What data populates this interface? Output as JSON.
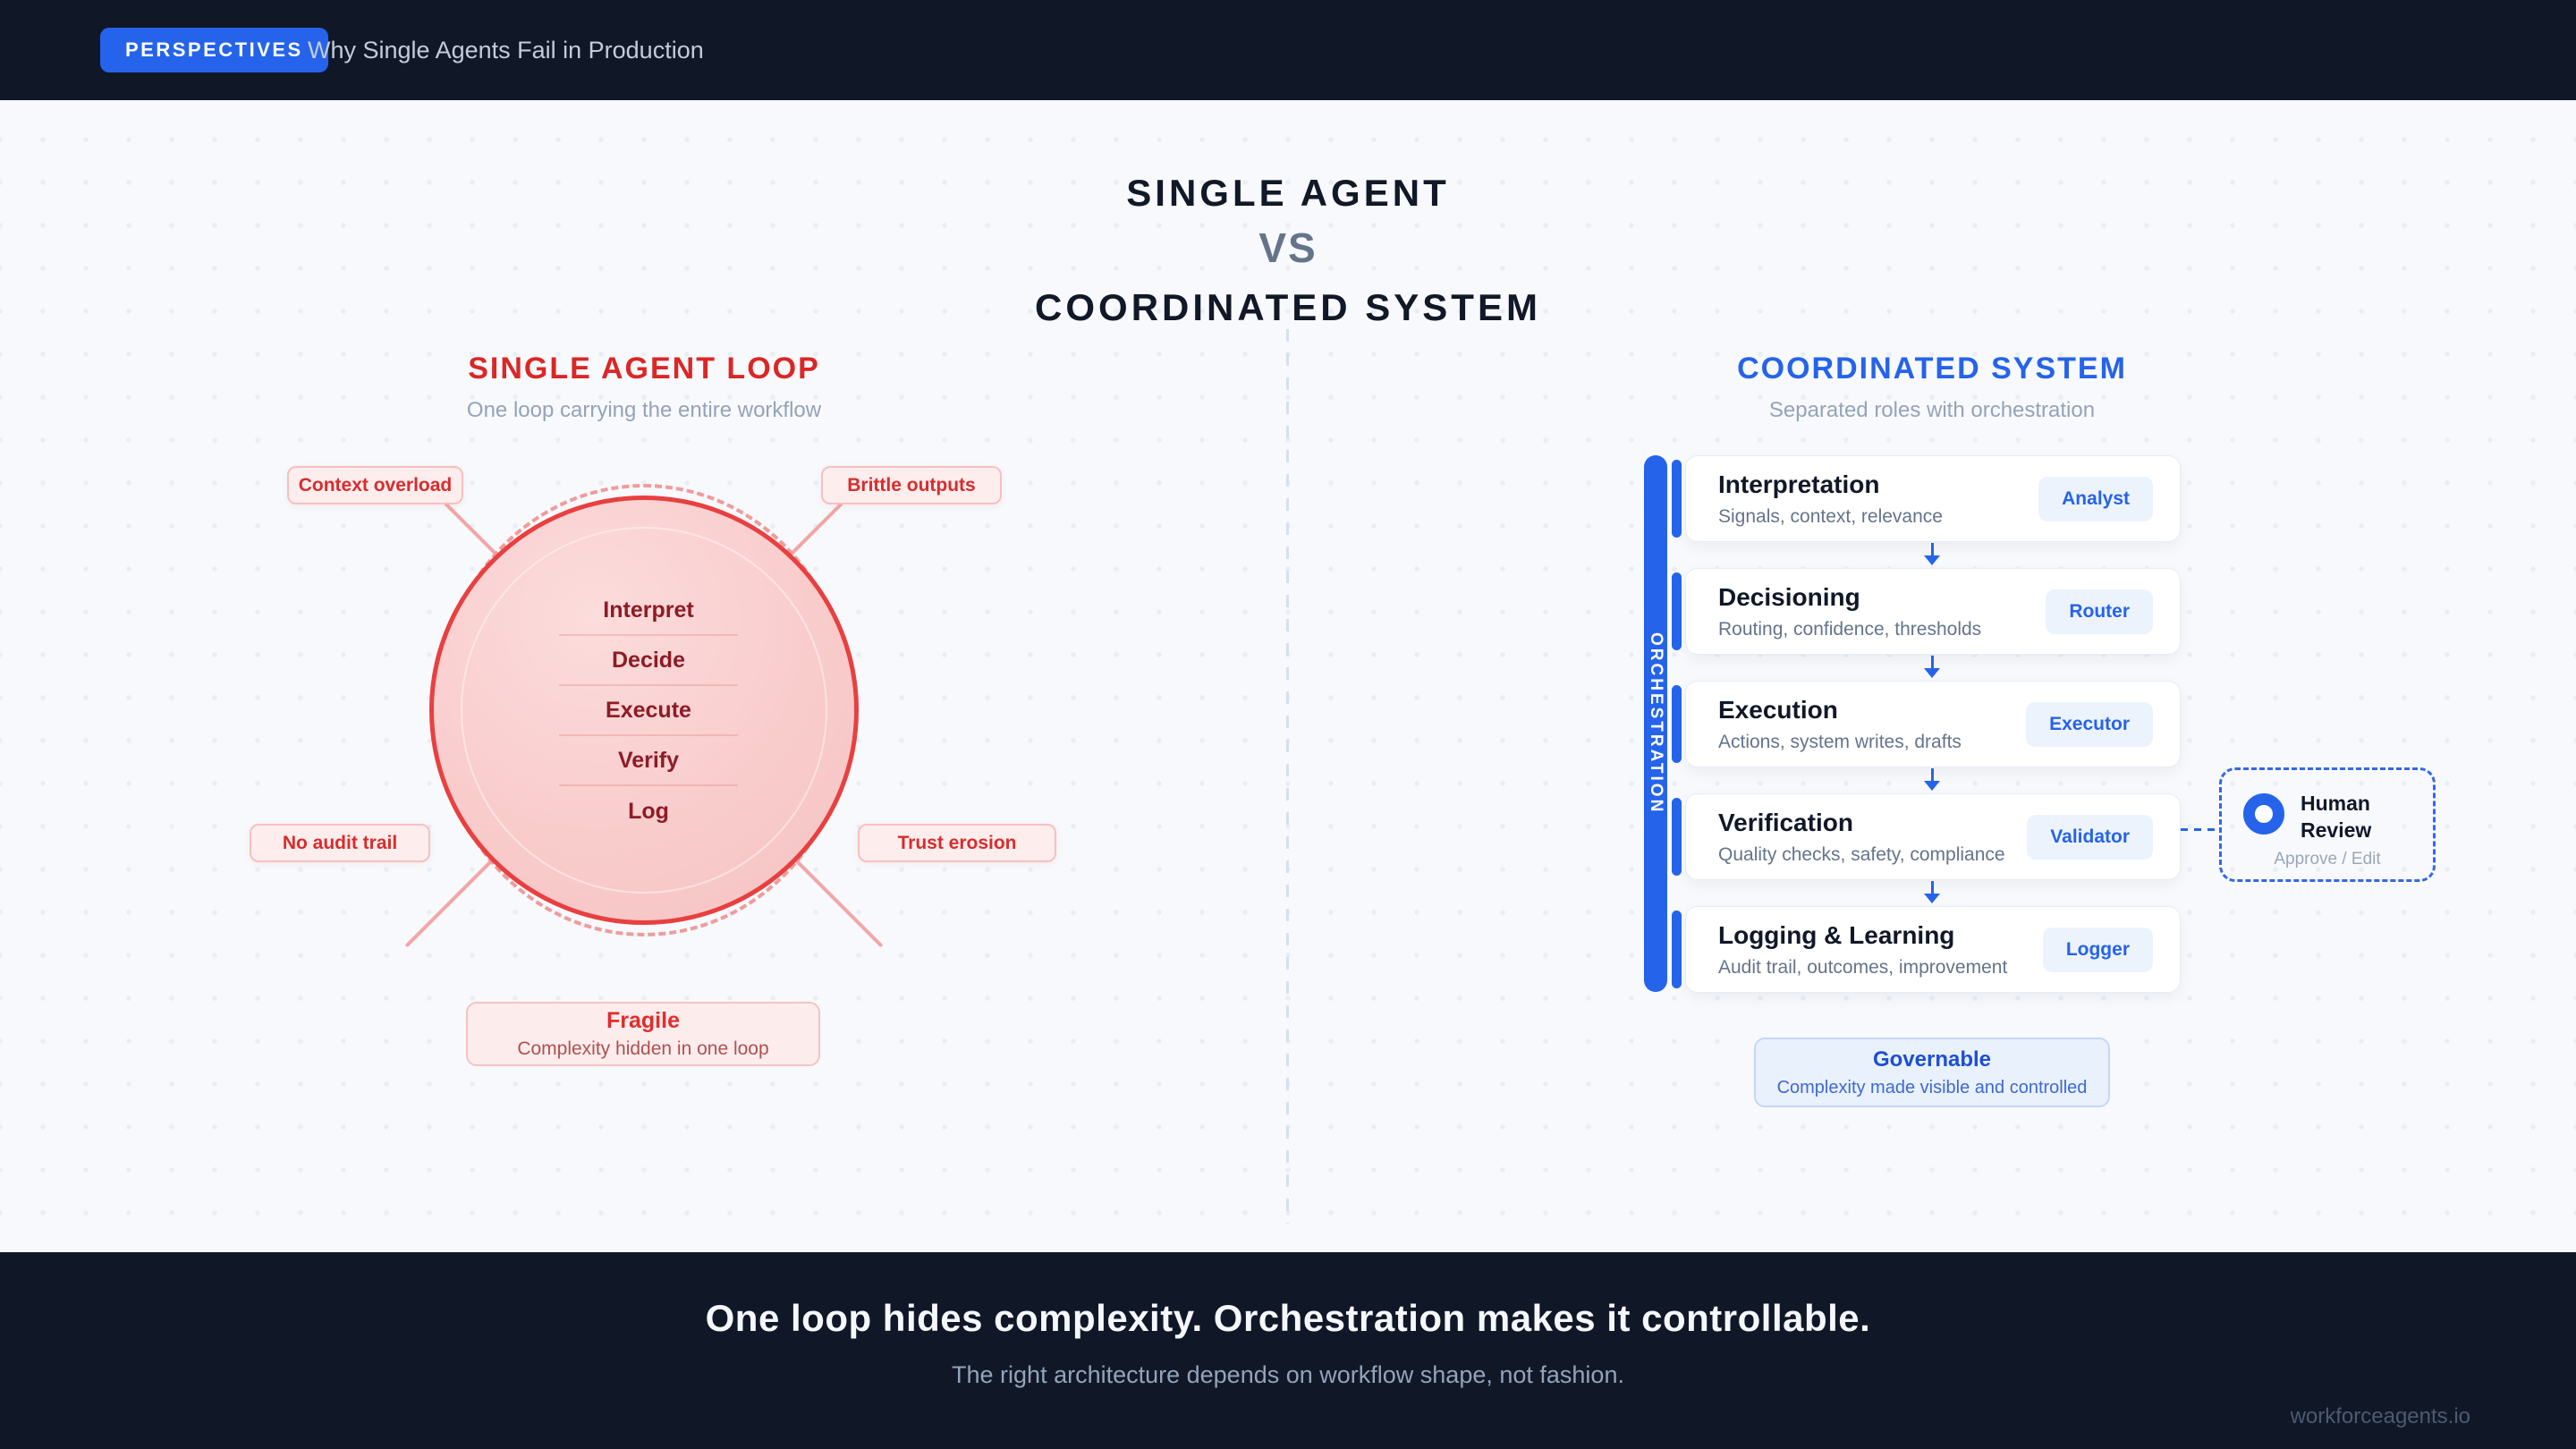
{
  "colors": {
    "accent_blue": "#2563eb",
    "accent_red": "#dc2626",
    "navy": "#101828",
    "page_bg": "#f7f9fc"
  },
  "navbar": {
    "badge": "PERSPECTIVES",
    "title": "Why Single Agents Fail in Production"
  },
  "hero": {
    "line1": "SINGLE AGENT",
    "vs": "VS",
    "line2": "COORDINATED SYSTEM"
  },
  "left": {
    "heading": "SINGLE AGENT LOOP",
    "subtitle": "One loop carrying the entire workflow",
    "loop_steps": [
      "Interpret",
      "Decide",
      "Execute",
      "Verify",
      "Log"
    ],
    "callouts": {
      "top_left": "Context overload",
      "top_right": "Brittle outputs",
      "bottom_left": "No audit trail",
      "bottom_right": "Trust erosion"
    },
    "verdict": {
      "title": "Fragile",
      "subtitle": "Complexity hidden in one loop"
    }
  },
  "right": {
    "heading": "COORDINATED SYSTEM",
    "subtitle": "Separated roles with orchestration",
    "orchestration_label": "ORCHESTRATION",
    "cards": [
      {
        "title": "Interpretation",
        "subtitle": "Signals, context, relevance",
        "badge": "Analyst"
      },
      {
        "title": "Decisioning",
        "subtitle": "Routing, confidence, thresholds",
        "badge": "Router"
      },
      {
        "title": "Execution",
        "subtitle": "Actions, system writes, drafts",
        "badge": "Executor"
      },
      {
        "title": "Verification",
        "subtitle": "Quality checks, safety, compliance",
        "badge": "Validator"
      },
      {
        "title": "Logging & Learning",
        "subtitle": "Audit trail, outcomes, improvement",
        "badge": "Logger"
      }
    ],
    "human_review": {
      "title": "Human Review",
      "subtitle": "Approve / Edit"
    },
    "verdict": {
      "title": "Governable",
      "subtitle": "Complexity made visible and controlled"
    }
  },
  "footer": {
    "headline": "One loop hides complexity. Orchestration makes it controllable.",
    "subtitle": "The right architecture depends on workflow shape, not fashion.",
    "watermark": "workforceagents.io"
  }
}
